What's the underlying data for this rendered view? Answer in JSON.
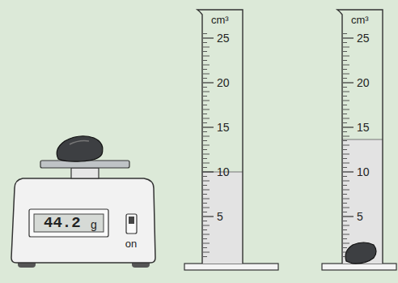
{
  "diagram": {
    "labels": [
      "44.2",
      "g",
      "on",
      "cm³",
      "25",
      "20",
      "15",
      "10",
      "5",
      "cm³",
      "25",
      "20",
      "15",
      "10",
      "5"
    ]
  }
}
